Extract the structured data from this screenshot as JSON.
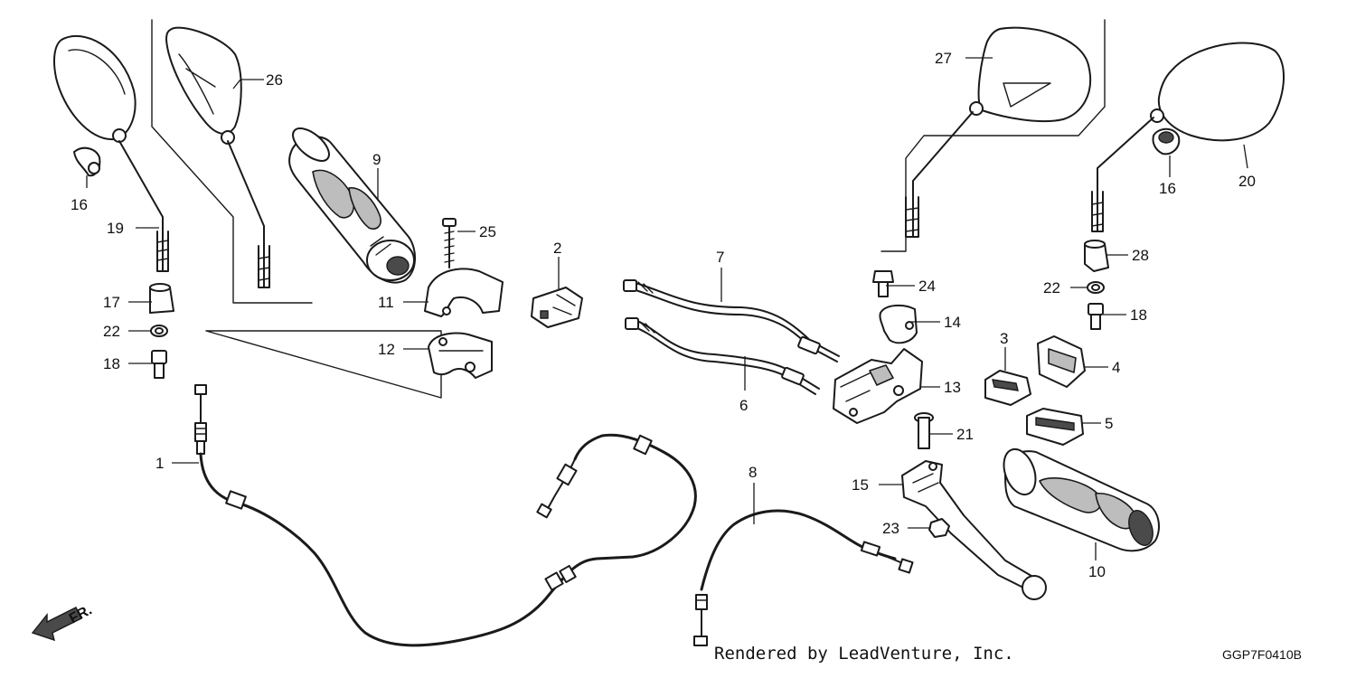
{
  "callouts": {
    "c1": "1",
    "c2": "2",
    "c3": "3",
    "c4": "4",
    "c5": "5",
    "c6": "6",
    "c7": "7",
    "c8": "8",
    "c9": "9",
    "c10": "10",
    "c11": "11",
    "c12": "12",
    "c13": "13",
    "c14": "14",
    "c15": "15",
    "c16a": "16",
    "c16b": "16",
    "c17": "17",
    "c18a": "18",
    "c18b": "18",
    "c19": "19",
    "c20": "20",
    "c21": "21",
    "c22a": "22",
    "c22b": "22",
    "c23": "23",
    "c24": "24",
    "c25": "25",
    "c26": "26",
    "c27": "27",
    "c28": "28"
  },
  "direction_label": "FR.",
  "credit": "Rendered by LeadVenture, Inc.",
  "diagram_code": "GGP7F0410B"
}
